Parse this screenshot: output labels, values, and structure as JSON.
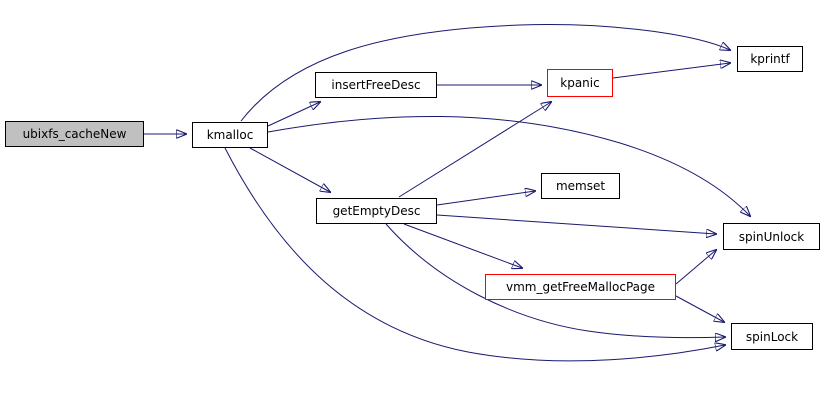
{
  "colors": {
    "edge": "#191970",
    "node_border": "#000000",
    "highlight_border": "#ff0000",
    "focus_fill": "#c0c0c0",
    "node_fill": "#ffffff",
    "background": "#ffffff"
  },
  "graph": {
    "type": "call-graph",
    "focus_function": "ubixfs_cacheNew",
    "nodes": [
      {
        "id": "ubixfs_cacheNew",
        "label": "ubixfs_cacheNew",
        "style": "focus"
      },
      {
        "id": "kmalloc",
        "label": "kmalloc",
        "style": "normal"
      },
      {
        "id": "insertFreeDesc",
        "label": "insertFreeDesc",
        "style": "normal"
      },
      {
        "id": "kpanic",
        "label": "kpanic",
        "style": "highlight"
      },
      {
        "id": "kprintf",
        "label": "kprintf",
        "style": "normal"
      },
      {
        "id": "getEmptyDesc",
        "label": "getEmptyDesc",
        "style": "normal"
      },
      {
        "id": "memset",
        "label": "memset",
        "style": "normal"
      },
      {
        "id": "spinUnlock",
        "label": "spinUnlock",
        "style": "normal"
      },
      {
        "id": "vmm_getFreeMallocPage",
        "label": "vmm_getFreeMallocPage",
        "style": "highlight"
      },
      {
        "id": "spinLock",
        "label": "spinLock",
        "style": "normal"
      }
    ],
    "edges": [
      {
        "from": "ubixfs_cacheNew",
        "to": "kmalloc"
      },
      {
        "from": "kmalloc",
        "to": "insertFreeDesc"
      },
      {
        "from": "kmalloc",
        "to": "kprintf"
      },
      {
        "from": "kmalloc",
        "to": "getEmptyDesc"
      },
      {
        "from": "kmalloc",
        "to": "spinUnlock"
      },
      {
        "from": "kmalloc",
        "to": "spinLock"
      },
      {
        "from": "insertFreeDesc",
        "to": "kpanic"
      },
      {
        "from": "kpanic",
        "to": "kprintf"
      },
      {
        "from": "getEmptyDesc",
        "to": "kpanic"
      },
      {
        "from": "getEmptyDesc",
        "to": "memset"
      },
      {
        "from": "getEmptyDesc",
        "to": "spinUnlock"
      },
      {
        "from": "getEmptyDesc",
        "to": "vmm_getFreeMallocPage"
      },
      {
        "from": "getEmptyDesc",
        "to": "spinLock"
      },
      {
        "from": "vmm_getFreeMallocPage",
        "to": "spinUnlock"
      },
      {
        "from": "vmm_getFreeMallocPage",
        "to": "spinLock"
      }
    ]
  }
}
